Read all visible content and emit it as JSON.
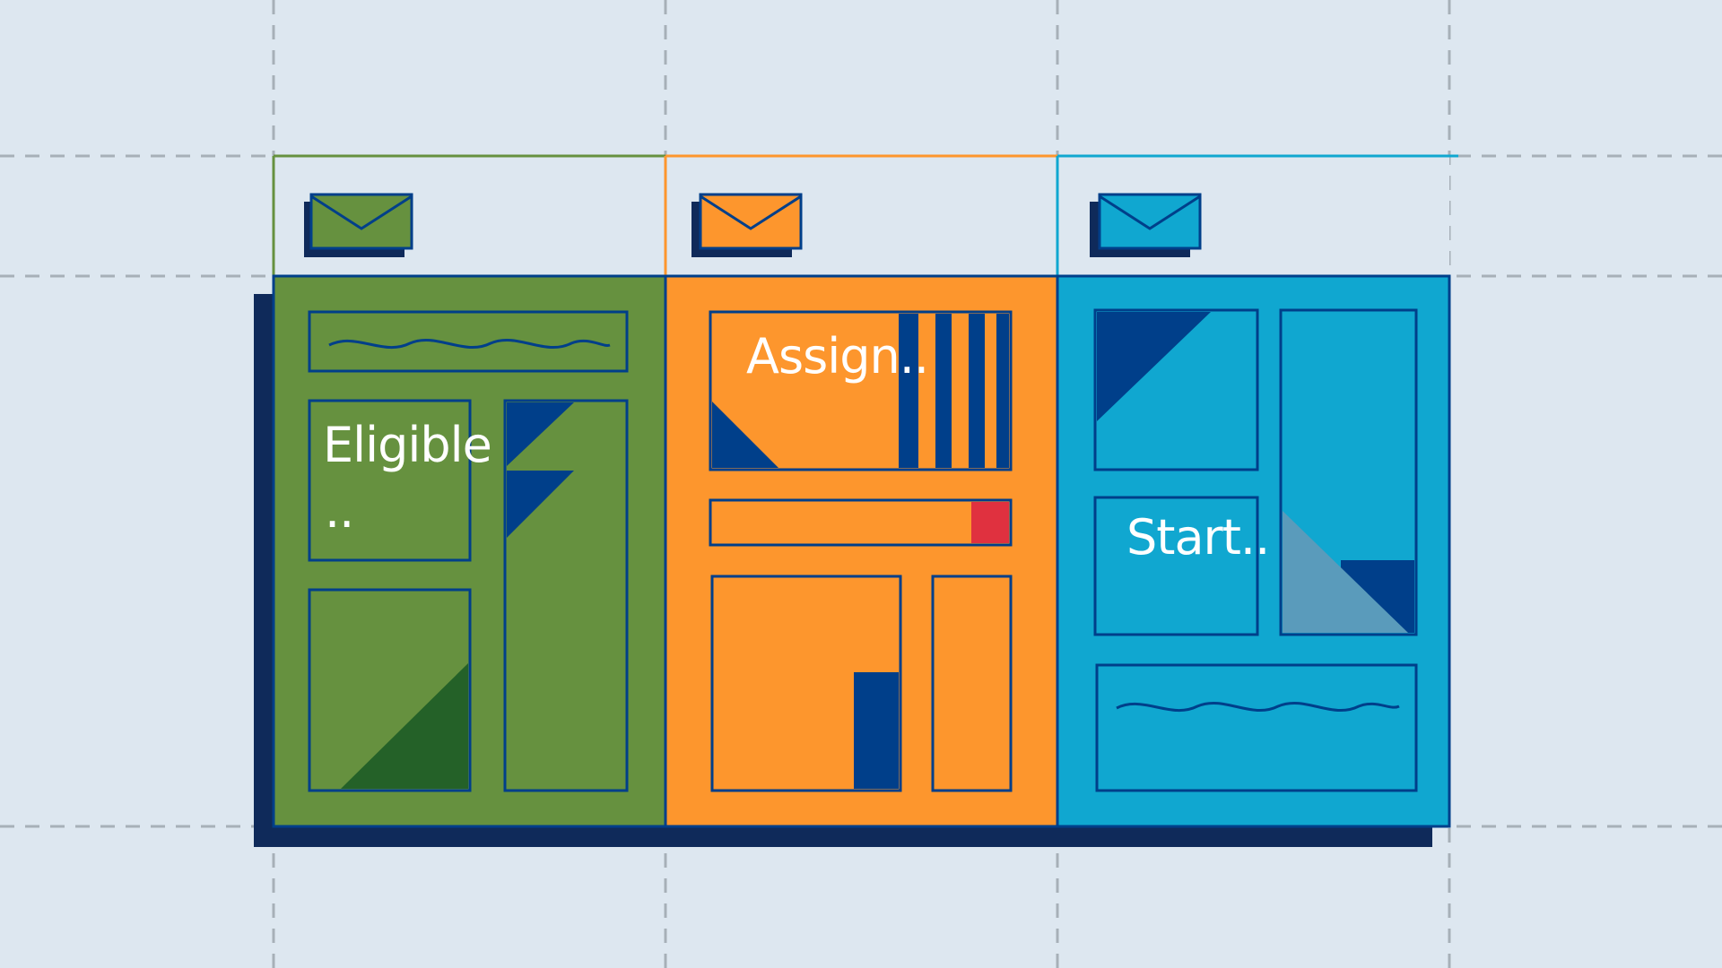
{
  "colors": {
    "background": "#dde7f0",
    "grid": "#a7b0b8",
    "navy": "#003f8a",
    "shadow": "#0f2a5a",
    "green": "#66913f",
    "dark_green": "#246128",
    "orange": "#fd962d",
    "red": "#e0313f",
    "blue": "#10a7d0",
    "light_blue": "#5a9bbb"
  },
  "panels": [
    {
      "label": "Eligible",
      "sublabel": "..",
      "color": "green",
      "icon": "envelope-icon"
    },
    {
      "label": "Assign..",
      "color": "orange",
      "icon": "envelope-icon"
    },
    {
      "label": "Start..",
      "color": "blue",
      "icon": "envelope-icon"
    }
  ]
}
